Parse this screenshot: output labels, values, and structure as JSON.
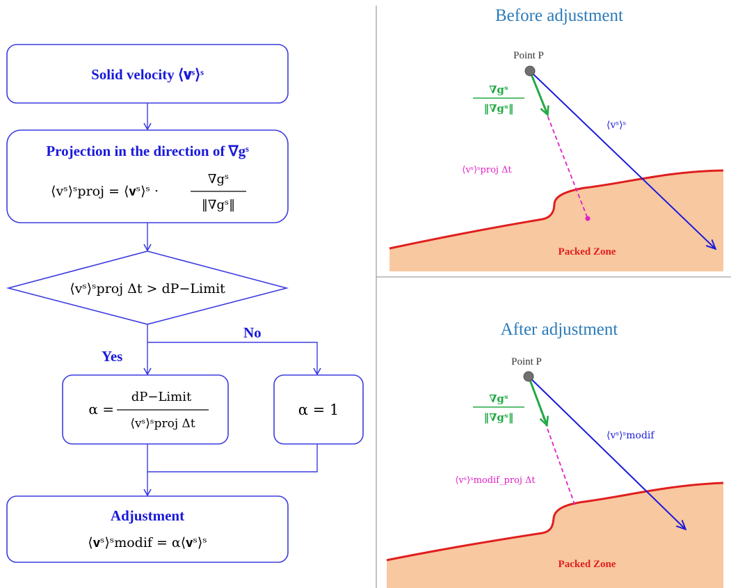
{
  "flowchart": {
    "box1": "Solid velocity ⟨𝐯ˢ⟩ˢ",
    "box2_title": "Projection in the direction of ∇gˢ",
    "box2_formula_lhs": "⟨vˢ⟩ˢproj = ⟨𝐯ˢ⟩ˢ ·",
    "box2_formula_num": "∇gˢ",
    "box2_formula_den": "‖∇gˢ‖",
    "decision": "⟨vˢ⟩ˢproj Δt > dP−Limit",
    "yes_label": "Yes",
    "no_label": "No",
    "alpha_lhs": "α =",
    "alpha_num": "dP−Limit",
    "alpha_den": "⟨vˢ⟩ˢproj Δt",
    "alpha_one": "α = 1",
    "adjust_title": "Adjustment",
    "adjust_formula": "⟨𝐯ˢ⟩ˢmodif = α⟨𝐯ˢ⟩ˢ"
  },
  "before_panel": {
    "title": "Before adjustment",
    "point_label": "Point P",
    "grad_num": "∇gˢ",
    "grad_den": "‖∇gˢ‖",
    "velocity_label": "⟨vˢ⟩ˢ",
    "proj_label": "⟨vˢ⟩ˢproj Δt",
    "zone_label": "Packed Zone"
  },
  "after_panel": {
    "title": "After adjustment",
    "point_label": "Point P",
    "grad_num": "∇gˢ",
    "grad_den": "‖∇gˢ‖",
    "velocity_label": "⟨vˢ⟩ˢmodif",
    "proj_label": "⟨vˢ⟩ˢmodif_proj Δt",
    "zone_label": "Packed Zone"
  },
  "colors": {
    "flow_blue": "#3b3be0",
    "title_blue": "#2a7ab8",
    "zone_fill": "#f8c8a0",
    "zone_edge": "#e01e1e",
    "gradient_green": "#22aa44",
    "velocity_blue": "#1a1adb",
    "projection_magenta": "#e020c8"
  }
}
